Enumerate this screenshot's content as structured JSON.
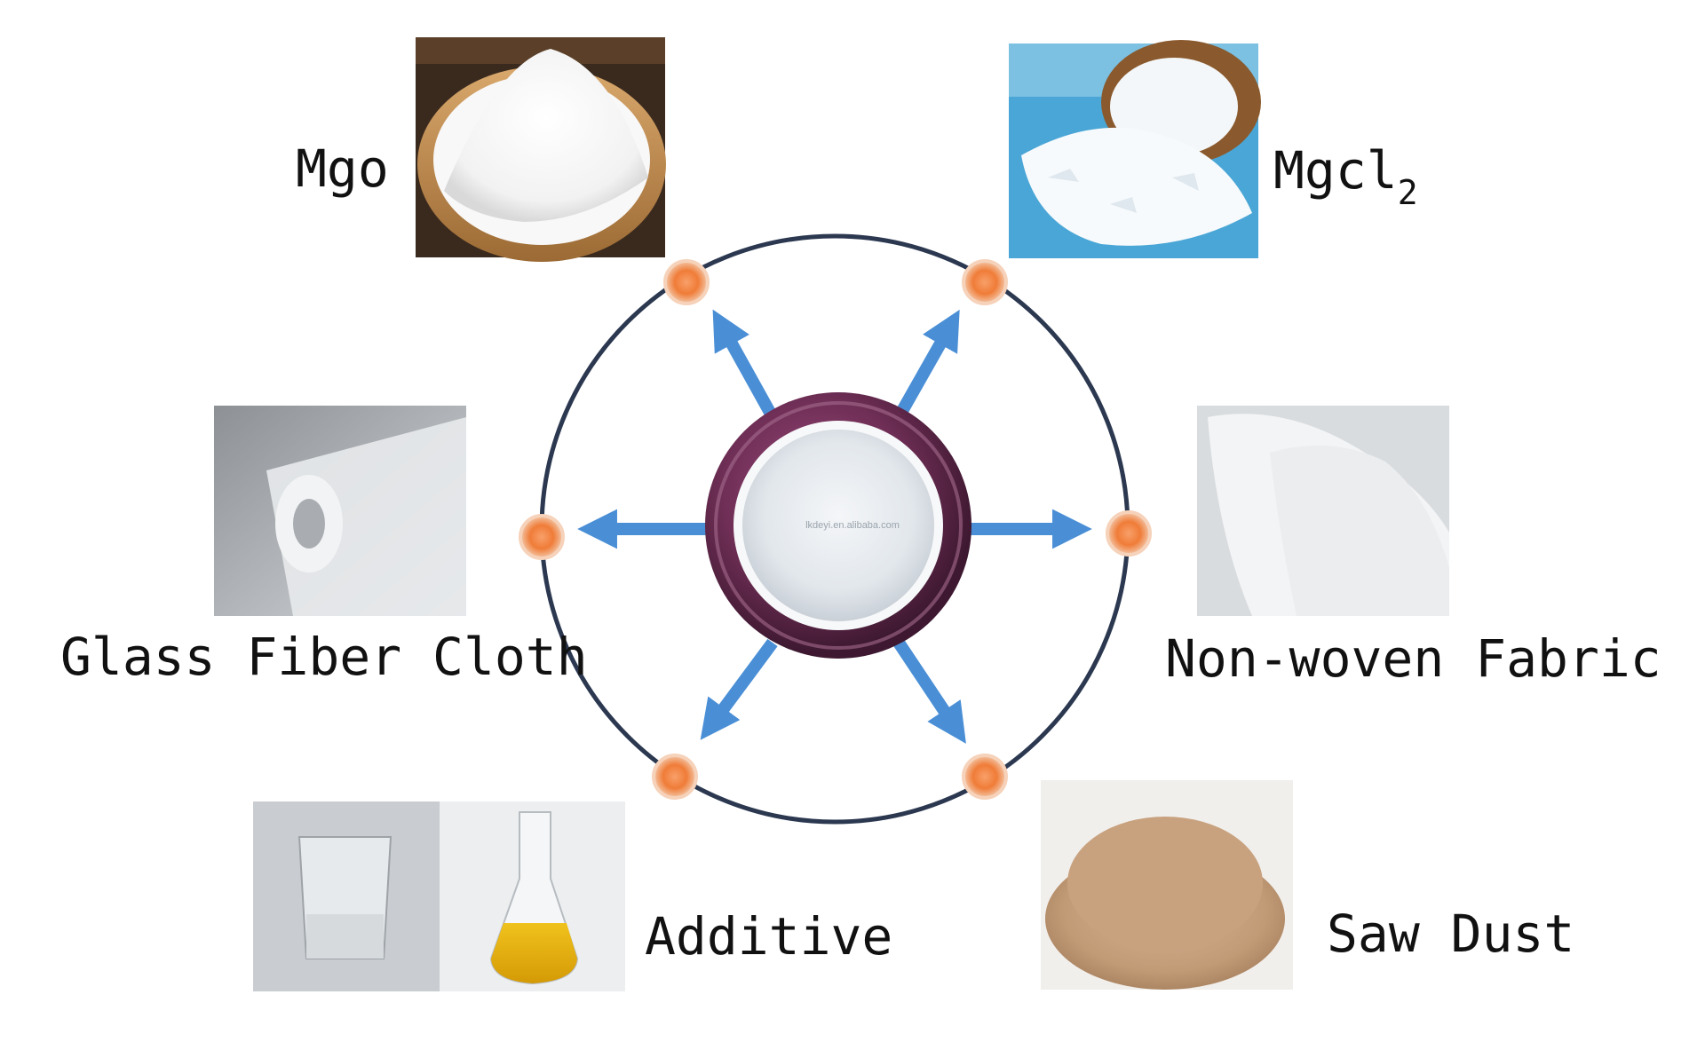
{
  "materials": {
    "mgo": {
      "label": "Mgo"
    },
    "mgcl2": {
      "label": "Mgcl",
      "subscript": "2"
    },
    "glass_fiber": {
      "label": "Glass Fiber Cloth"
    },
    "non_woven": {
      "label": "Non-woven Fabric"
    },
    "additive": {
      "label": "Additive"
    },
    "saw_dust": {
      "label": "Saw Dust"
    }
  },
  "center": {
    "watermark": "lkdeyi.en.alibaba.com"
  },
  "colors": {
    "ring": "#2b3850",
    "arrow": "#4a8fd6",
    "node": "#f07c38",
    "hub": "#6e2e55"
  },
  "icons": {
    "arrow": "arrow-icon",
    "node": "node-dot-icon"
  }
}
